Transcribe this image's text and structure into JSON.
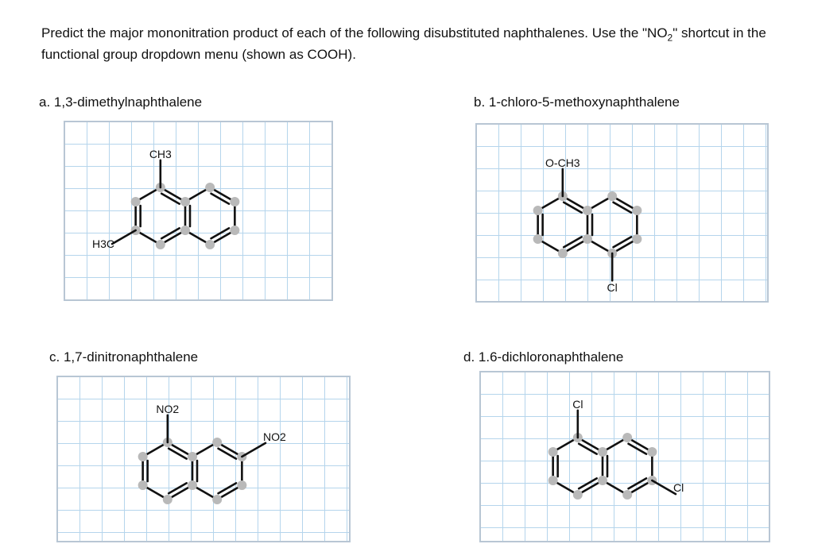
{
  "prompt": {
    "text_before": "Predict the major mononitration product of each of the following disubstituted naphthalenes. Use the \"NO",
    "subscript": "2",
    "text_after": "\" shortcut in the functional group dropdown menu (shown as COOH)."
  },
  "problems": [
    {
      "label": "a. 1,3-dimethylnaphthalene",
      "substituents": [
        {
          "pos": "C1",
          "label": "CH3"
        },
        {
          "pos": "C3",
          "label": "H3C"
        }
      ]
    },
    {
      "label": "b. 1-chloro-5-methoxynaphthalene",
      "substituents": [
        {
          "pos": "C1",
          "label": "O-CH3"
        },
        {
          "pos": "C5",
          "label": "Cl"
        }
      ]
    },
    {
      "label": "c. 1,7-dinitronaphthalene",
      "substituents": [
        {
          "pos": "C1",
          "label": "NO2"
        },
        {
          "pos": "C7",
          "label": "NO2"
        }
      ]
    },
    {
      "label": "d. 1.6-dichloronaphthalene",
      "substituents": [
        {
          "pos": "C1",
          "label": "Cl"
        },
        {
          "pos": "C6",
          "label": "Cl"
        }
      ]
    }
  ]
}
